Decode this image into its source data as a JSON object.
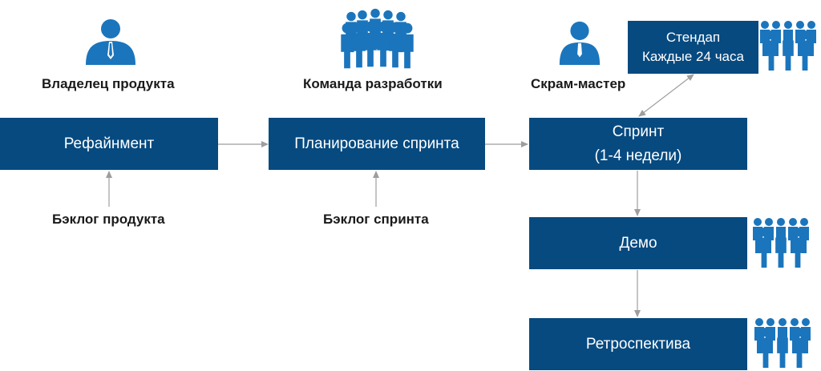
{
  "roles": {
    "owner": "Владелец продукта",
    "team": "Команда разработки",
    "scrum_master": "Скрам-мастер"
  },
  "boxes": {
    "refinement": "Рефайнмент",
    "sprint_planning": "Планирование спринта",
    "sprint_line1": "Спринт",
    "sprint_line2": "(1-4 недели)",
    "standup_line1": "Стендап",
    "standup_line2": "Каждые 24 часа",
    "demo": "Демо",
    "retro": "Ретроспектива"
  },
  "inputs": {
    "product_backlog": "Бэклог продукта",
    "sprint_backlog": "Бэклог спринта"
  },
  "icons": {
    "owner": "person-tie-icon",
    "team": "crowd-icon",
    "scrum_master": "person-icon",
    "group": "people-row-icon"
  },
  "colors": {
    "box_fill": "#064A80",
    "icon_fill": "#1B75BC",
    "connector": "#9E9E9E"
  }
}
